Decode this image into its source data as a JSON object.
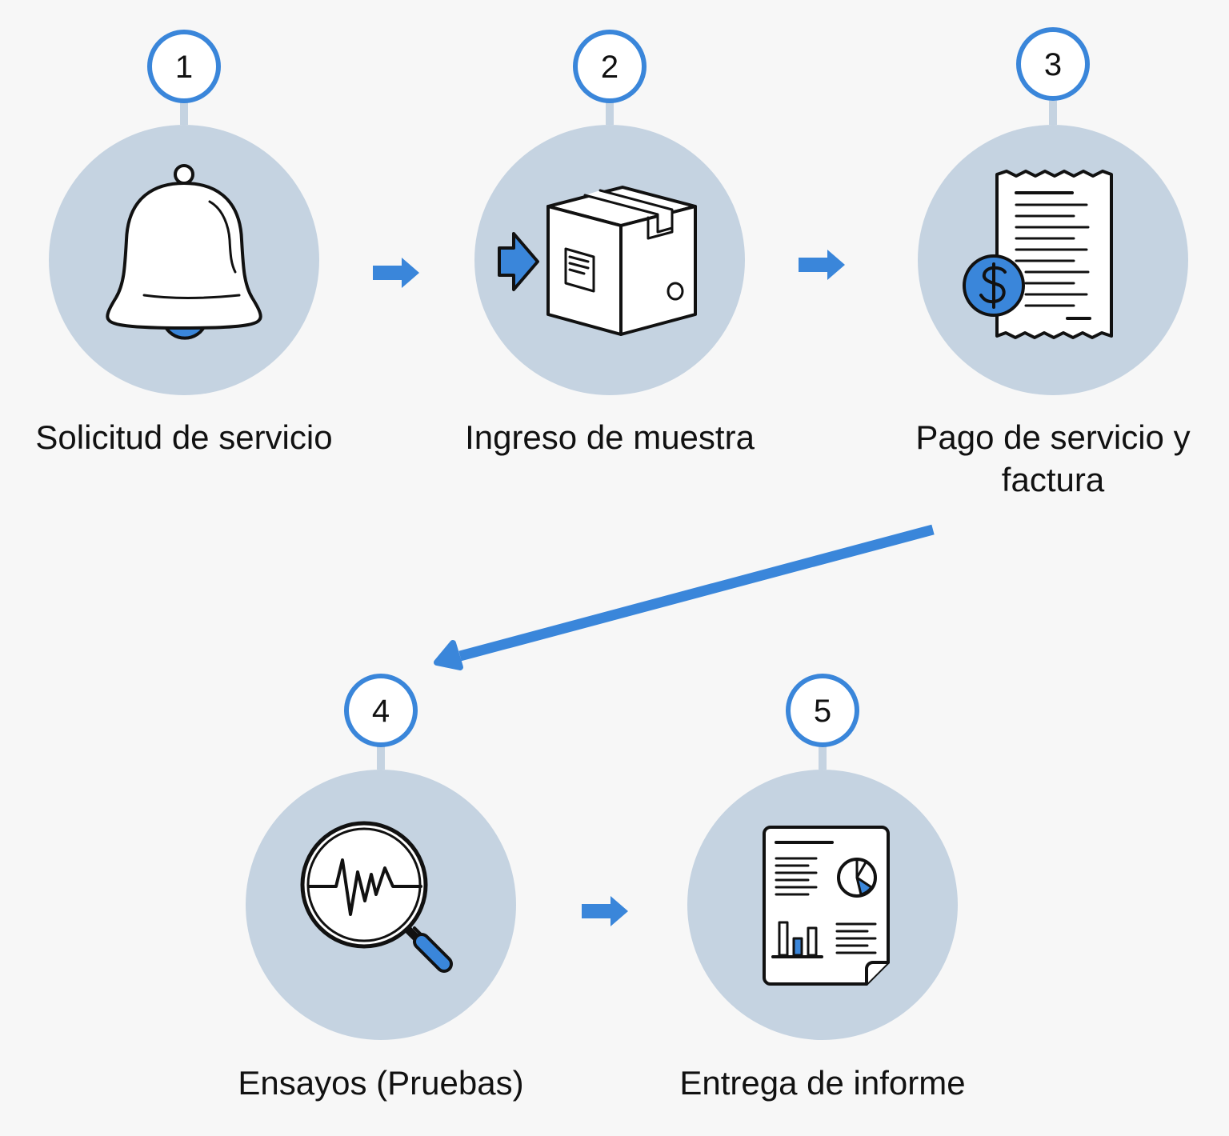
{
  "colors": {
    "background": "#f7f7f7",
    "circle_fill": "#c5d3e1",
    "accent_blue": "#3a86da",
    "ink": "#111111"
  },
  "steps": [
    {
      "number": "1",
      "label": "Solicitud de servicio",
      "icon": "bell-icon"
    },
    {
      "number": "2",
      "label": "Ingreso de muestra",
      "icon": "package-icon"
    },
    {
      "number": "3",
      "label": "Pago de servicio y factura",
      "icon": "receipt-dollar-icon"
    },
    {
      "number": "4",
      "label": "Ensayos (Pruebas)",
      "icon": "magnifier-waveform-icon"
    },
    {
      "number": "5",
      "label": "Entrega de informe",
      "icon": "report-document-icon"
    }
  ]
}
